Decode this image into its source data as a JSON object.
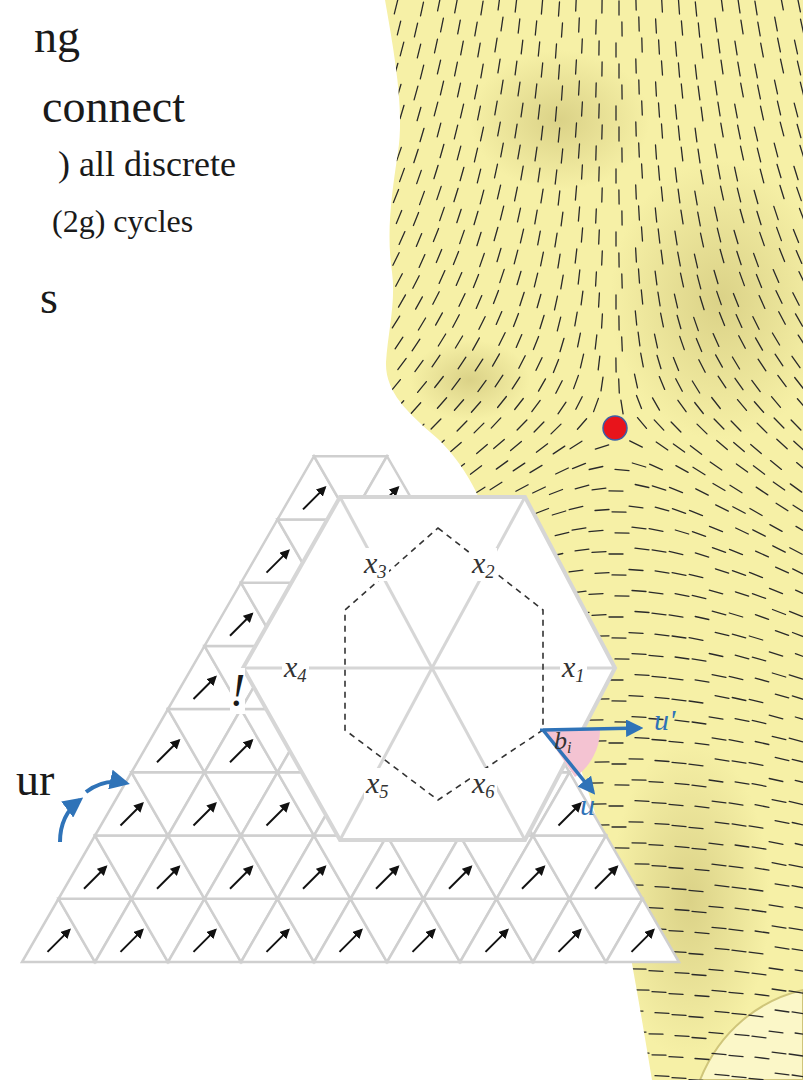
{
  "diagram": {
    "labels": [
      "ng",
      "connect",
      ") all discrete",
      "(2g) cycles",
      "s",
      "!",
      "ur",
      "x3",
      "x2",
      "x4",
      "x1",
      "x5",
      "x6",
      "bi",
      "u'",
      "u"
    ]
  }
}
